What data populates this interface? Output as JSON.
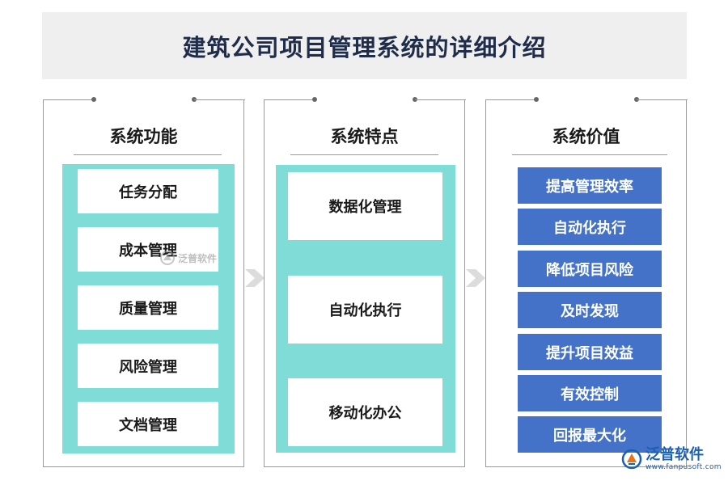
{
  "title": "建筑公司项目管理系统的详细介绍",
  "columns": [
    {
      "heading": "系统功能",
      "items": [
        "任务分配",
        "成本管理",
        "质量管理",
        "风险管理",
        "文档管理"
      ]
    },
    {
      "heading": "系统特点",
      "items": [
        "数据化管理",
        "自动化执行",
        "移动化办公"
      ]
    },
    {
      "heading": "系统价值",
      "items": [
        "提高管理效率",
        "自动化执行",
        "降低项目风险",
        "及时发现",
        "提升项目效益",
        "有效控制",
        "回报最大化"
      ]
    }
  ],
  "watermark": {
    "center_text": "泛普软件",
    "logo_name": "泛普软件",
    "logo_url": "www.fanpusoft.com"
  },
  "colors": {
    "teal": "#7fdcd6",
    "blue": "#4472c9",
    "title_bg": "#efefef"
  },
  "icons": [
    "arrow-right-icon",
    "fanpu-logo-icon"
  ]
}
